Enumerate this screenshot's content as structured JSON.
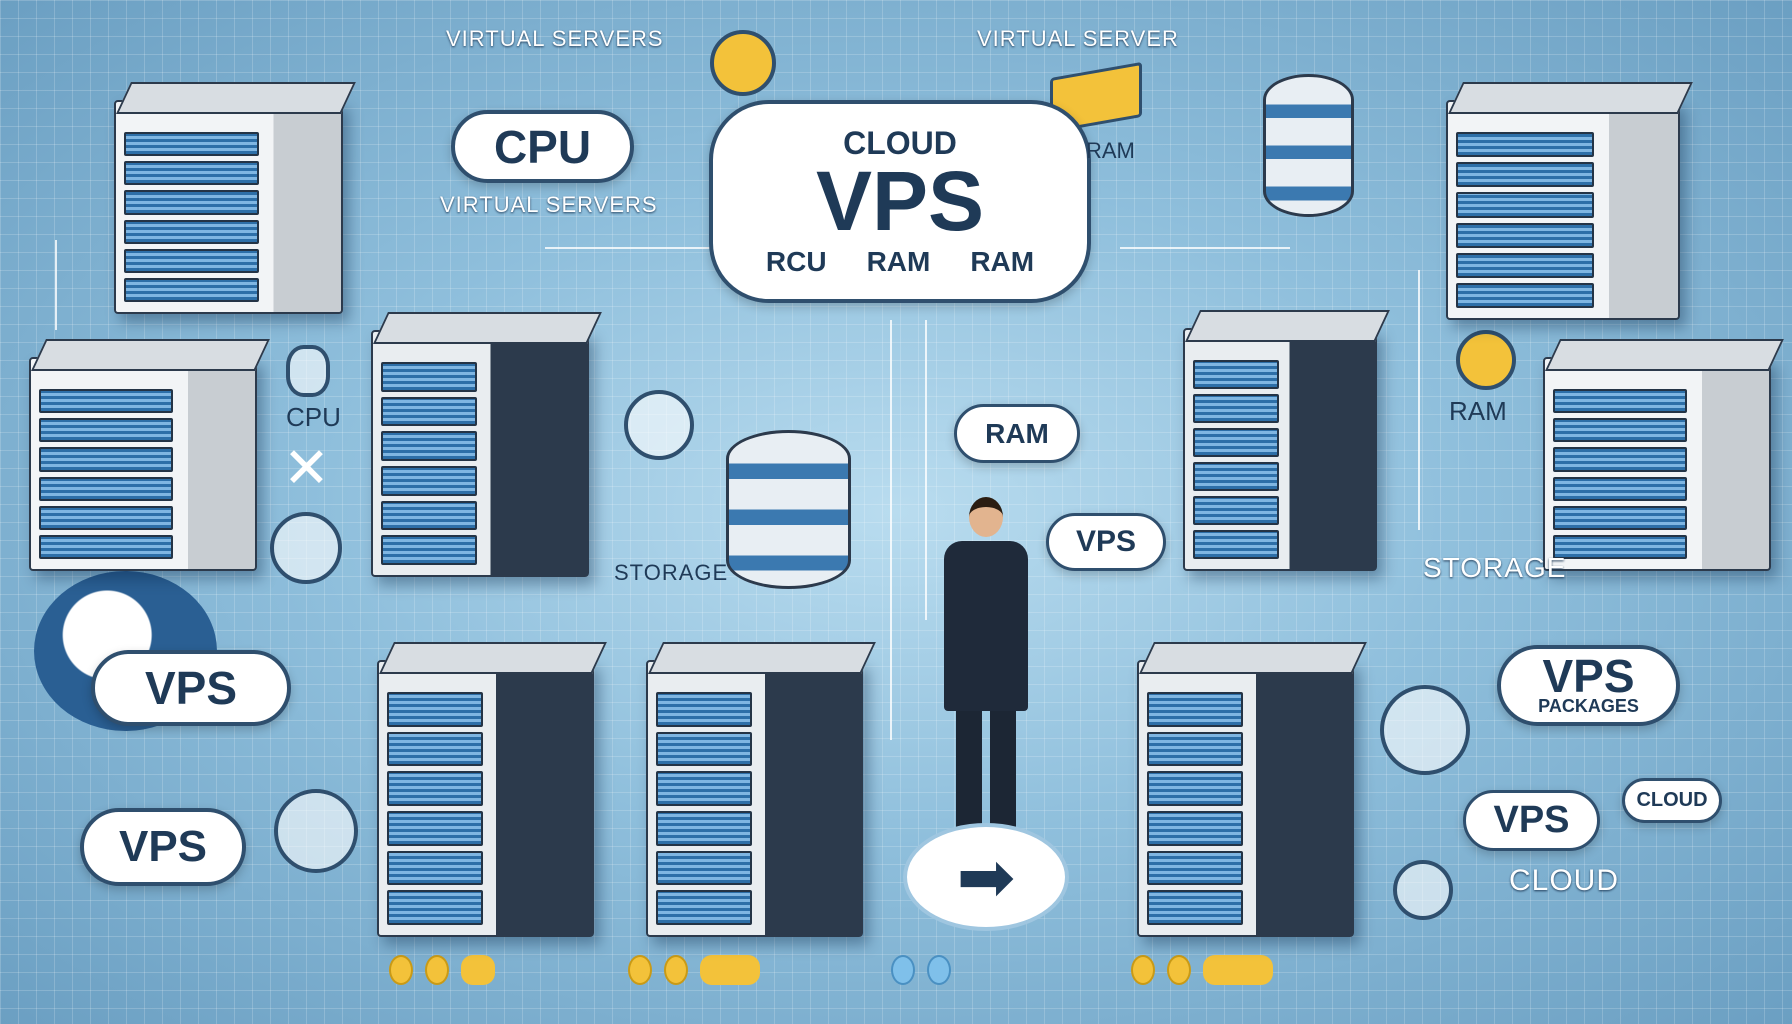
{
  "main_cloud": {
    "top": "CLOUD",
    "title": "VPS",
    "small_labels": [
      "RCU",
      "RAM",
      "RAM"
    ]
  },
  "labels": {
    "virtual_servers_top": "VIRTUAL SERVERS",
    "virtual_servers_mid": "VIRTUAL SERVERS",
    "virtual_server": "VIRTUAL SERVER",
    "ram_top": "RAM",
    "cpu_left": "CPU",
    "ram_right": "RAM",
    "storage_center": "STORAGE",
    "storage_right": "STORAGE",
    "cloud_bottom_right": "CLOUD"
  },
  "bubbles": {
    "cpu": "CPU",
    "ram": "RAM",
    "vps_center": "VPS",
    "vps_left": "VPS",
    "vps_left_bottom": "VPS",
    "vps_packages_title": "VPS",
    "vps_packages_sub": "PACKAGES",
    "vps_right_bottom": "VPS",
    "cloud_small": "CLOUD"
  },
  "colors": {
    "background": "#8fbfdc",
    "accent_dark": "#1f3a57",
    "accent_yellow": "#f3c23a",
    "server_blue": "#2d6fa8"
  }
}
